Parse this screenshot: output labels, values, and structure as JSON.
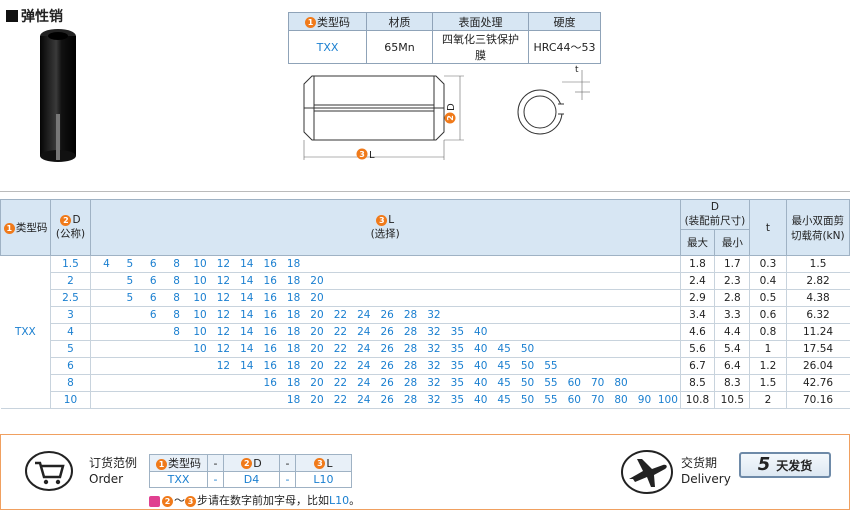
{
  "title": "弹性销",
  "spec_table": {
    "headers": [
      "类型码",
      "材质",
      "表面处理",
      "硬度"
    ],
    "header_num": "1",
    "row": [
      "TXX",
      "65Mn",
      "四氧化三铁保护膜",
      "HRC44～53"
    ]
  },
  "drawing": {
    "d_label": "D",
    "d_num": "2",
    "l_label": "L",
    "l_num": "3",
    "t_label": "t"
  },
  "main_table": {
    "h_type": "类型码",
    "h_type_num": "1",
    "h_d": "D",
    "h_d_num": "2",
    "h_d_sub": "(公称)",
    "h_l": "L",
    "h_l_num": "3",
    "h_l_sub": "(选择)",
    "h_dmeas": "D",
    "h_dmeas_sub": "(装配前尺寸)",
    "h_max": "最大",
    "h_min": "最小",
    "h_t": "t",
    "h_shear": "最小双面剪",
    "h_shear2": "切载荷(kN)",
    "type_value": "TXX",
    "l_columns": [
      "4",
      "5",
      "6",
      "8",
      "10",
      "12",
      "14",
      "16",
      "18",
      "20",
      "22",
      "24",
      "26",
      "28",
      "32",
      "35",
      "40",
      "45",
      "50",
      "55",
      "60",
      "70",
      "80",
      "90",
      "100"
    ],
    "rows": [
      {
        "d": "1.5",
        "l": [
          "4",
          "5",
          "6",
          "8",
          "10",
          "12",
          "14",
          "16",
          "18"
        ],
        "max": "1.8",
        "min": "1.7",
        "t": "0.3",
        "shear": "1.5"
      },
      {
        "d": "2",
        "l": [
          "5",
          "6",
          "8",
          "10",
          "12",
          "14",
          "16",
          "18",
          "20"
        ],
        "max": "2.4",
        "min": "2.3",
        "t": "0.4",
        "shear": "2.82"
      },
      {
        "d": "2.5",
        "l": [
          "5",
          "6",
          "8",
          "10",
          "12",
          "14",
          "16",
          "18",
          "20"
        ],
        "max": "2.9",
        "min": "2.8",
        "t": "0.5",
        "shear": "4.38"
      },
      {
        "d": "3",
        "l": [
          "6",
          "8",
          "10",
          "12",
          "14",
          "16",
          "18",
          "20",
          "22",
          "24",
          "26",
          "28",
          "32"
        ],
        "max": "3.4",
        "min": "3.3",
        "t": "0.6",
        "shear": "6.32"
      },
      {
        "d": "4",
        "l": [
          "8",
          "10",
          "12",
          "14",
          "16",
          "18",
          "20",
          "22",
          "24",
          "26",
          "28",
          "32",
          "35",
          "40"
        ],
        "max": "4.6",
        "min": "4.4",
        "t": "0.8",
        "shear": "11.24"
      },
      {
        "d": "5",
        "l": [
          "10",
          "12",
          "14",
          "16",
          "18",
          "20",
          "22",
          "24",
          "26",
          "28",
          "32",
          "35",
          "40",
          "45",
          "50"
        ],
        "max": "5.6",
        "min": "5.4",
        "t": "1",
        "shear": "17.54"
      },
      {
        "d": "6",
        "l": [
          "12",
          "14",
          "16",
          "18",
          "20",
          "22",
          "24",
          "26",
          "28",
          "32",
          "35",
          "40",
          "45",
          "50",
          "55"
        ],
        "max": "6.7",
        "min": "6.4",
        "t": "1.2",
        "shear": "26.04"
      },
      {
        "d": "8",
        "l": [
          "16",
          "18",
          "20",
          "22",
          "24",
          "26",
          "28",
          "32",
          "35",
          "40",
          "45",
          "50",
          "55",
          "60",
          "70",
          "80"
        ],
        "max": "8.5",
        "min": "8.3",
        "t": "1.5",
        "shear": "42.76"
      },
      {
        "d": "10",
        "l": [
          "18",
          "20",
          "22",
          "24",
          "26",
          "28",
          "32",
          "35",
          "40",
          "45",
          "50",
          "55",
          "60",
          "70",
          "80",
          "90",
          "100"
        ],
        "max": "10.8",
        "min": "10.5",
        "t": "2",
        "shear": "70.16"
      }
    ]
  },
  "order": {
    "label_cn": "订货范例",
    "label_en": "Order",
    "headers": [
      "类型码",
      "-",
      "D",
      "-",
      "L"
    ],
    "header_nums": [
      "1",
      "",
      "2",
      "",
      "3"
    ],
    "values": [
      "TXX",
      "-",
      "D4",
      "-",
      "L10"
    ],
    "note_n1": "2",
    "note_sep": "～",
    "note_n2": "3",
    "note_text": "步请在数字前加字母，比如",
    "note_example": "L10",
    "note_end": "。",
    "delivery_cn": "交货期",
    "delivery_en": "Delivery",
    "days": "5",
    "days_label": "天发货"
  }
}
